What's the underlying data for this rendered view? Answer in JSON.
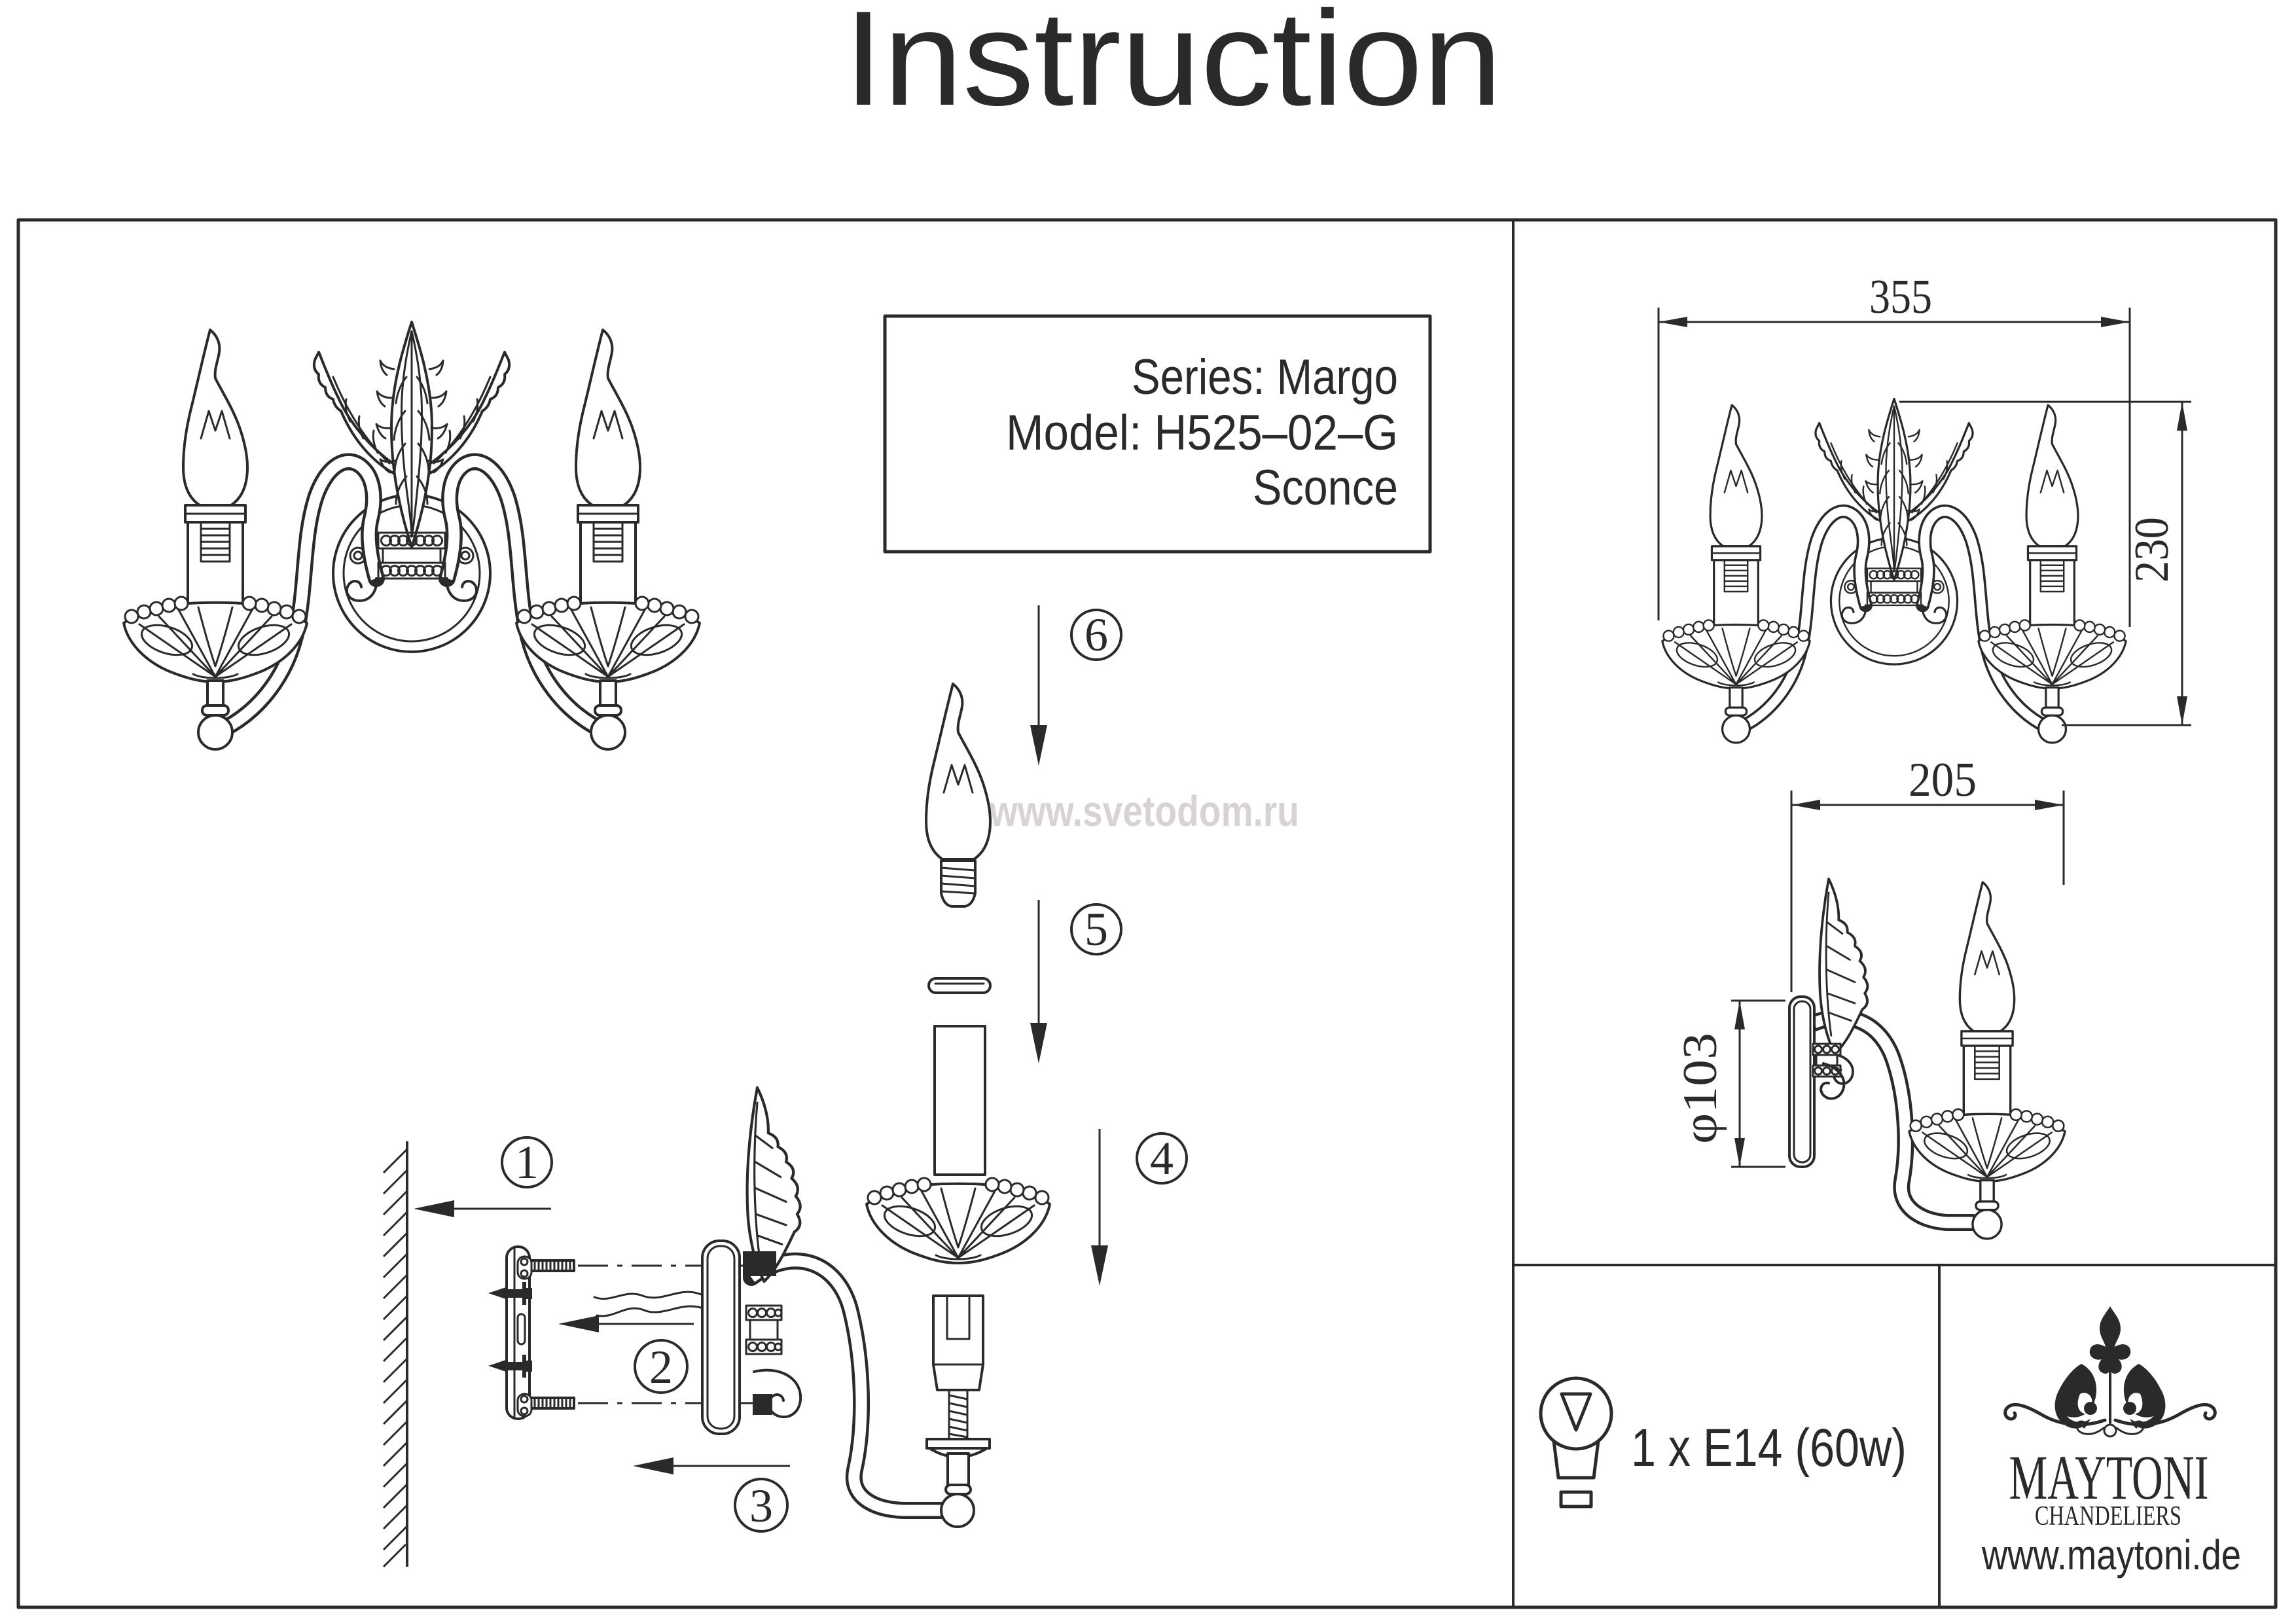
{
  "title": "Instruction",
  "watermark": "www.svetodom.ru",
  "info_box": {
    "series": "Series: Margo",
    "model": "Model: H525–02–G",
    "type": "Sconce"
  },
  "dimensions": {
    "width": "355",
    "height": "230",
    "depth": "205",
    "plate_diameter": "φ103"
  },
  "steps": [
    "1",
    "2",
    "3",
    "4",
    "5",
    "6"
  ],
  "lamp_spec": "1 x E14 (60w)",
  "brand": {
    "logo": "MAYTONI",
    "tagline": "CHANDELIERS",
    "website": "www.maytoni.de"
  },
  "colors": {
    "line": "#2b2a29",
    "watermark": "#d8d2d2"
  }
}
